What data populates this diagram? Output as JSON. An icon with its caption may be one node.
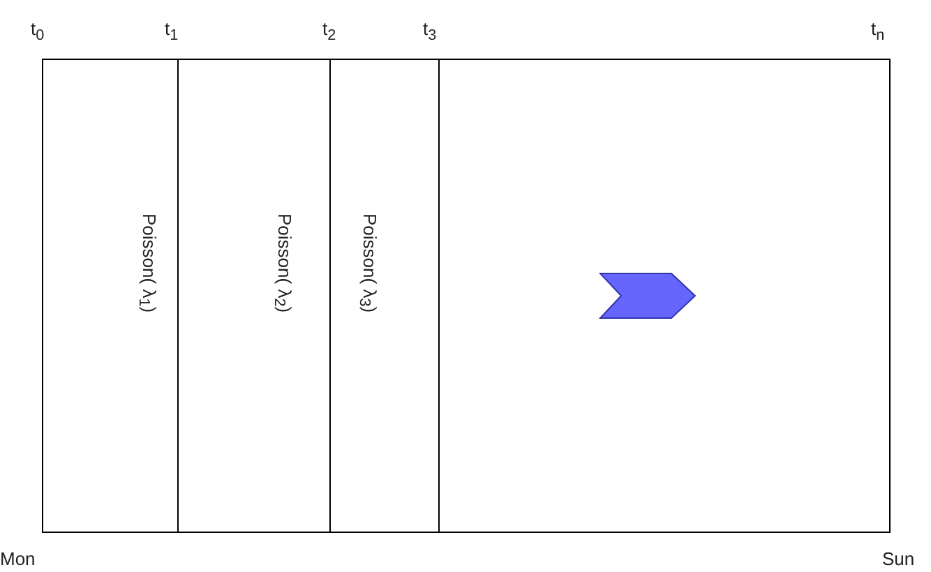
{
  "diagram": {
    "nodes": [
      {
        "text": [],
        "shape": "box"
      },
      {
        "text": [
          "Poisson( λ$_{1}$)"
        ],
        "in": 0
      },
      {
        "text": [
          "Poisson( λ$_{2}$)"
        ],
        "in": 0
      },
      {
        "text": [
          "Poisson( λ$_{3}$)"
        ],
        "in": 0
      },
      {
        "text": [],
        "shape": "box",
        "in": 0
      }
    ],
    "labels": [
      "t$_{0}$",
      "t$_{1}$",
      "t$_{2}$",
      "t$_{3}$",
      "t$_{n}$",
      "Mon",
      "Sun"
    ]
  }
}
